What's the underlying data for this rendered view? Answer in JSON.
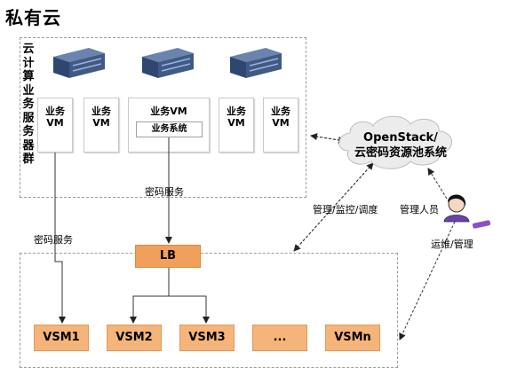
{
  "title": "私有云",
  "cluster": {
    "label": "云计算业务服务器群",
    "vms": [
      {
        "line1": "业务",
        "line2": "VM"
      },
      {
        "line1": "业务",
        "line2": "VM"
      },
      {
        "line1": "业务VM",
        "line2": ""
      },
      {
        "line1": "业务",
        "line2": "VM"
      },
      {
        "line1": "业务",
        "line2": "VM"
      }
    ],
    "system_label": "业务系统"
  },
  "labels": {
    "crypto_service_top": "密码服务",
    "crypto_service_left": "密码服务",
    "manage_monitor": "管理/监控/调度",
    "admin": "管理人员",
    "ops": "运维/管理"
  },
  "openstack": {
    "line1": "OpenStack/",
    "line2": "云密码资源池系统"
  },
  "lb": "LB",
  "vsms": [
    "VSM1",
    "VSM2",
    "VSM3",
    "...",
    "VSMn"
  ],
  "colors": {
    "lb": "#f0a05a",
    "vsm": "#f5b47a",
    "server": "#3f5a86"
  }
}
